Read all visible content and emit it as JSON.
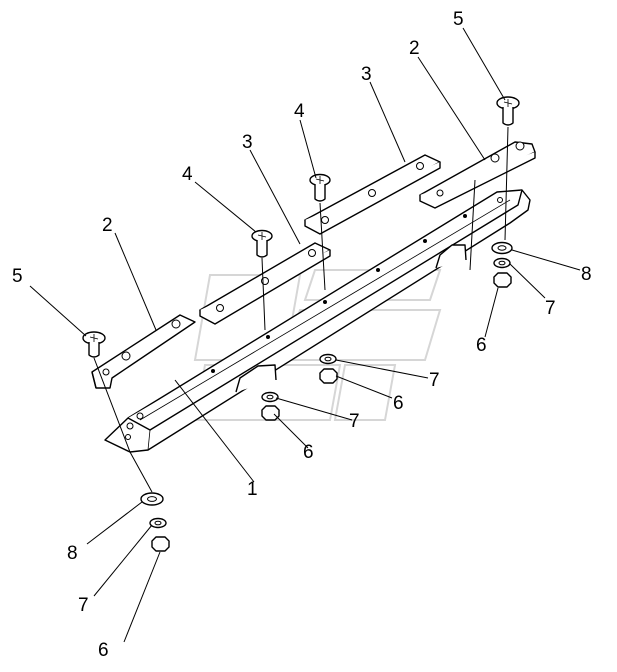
{
  "diagram": {
    "callouts": {
      "c1": "1",
      "c2a": "2",
      "c2b": "2",
      "c3a": "3",
      "c3b": "3",
      "c4a": "4",
      "c4b": "4",
      "c5a": "5",
      "c5b": "5",
      "c6a": "6",
      "c6b": "6",
      "c6c": "6",
      "c6d": "6",
      "c7a": "7",
      "c7b": "7",
      "c7c": "7",
      "c7d": "7",
      "c8a": "8",
      "c8b": "8"
    }
  }
}
